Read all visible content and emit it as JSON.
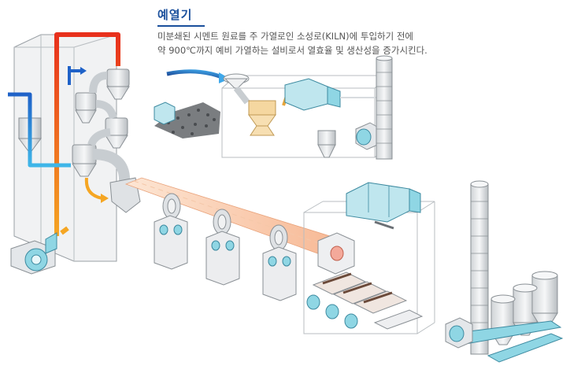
{
  "header": {
    "title": "예열기",
    "description_line1": "미분쇄된 시멘트 원료를 주 가열로인 소성로(KILN)에 투입하기 전에",
    "description_line2": "약 900℃까지 예비 가열하는 설비로서 열효율 및 생산성을 증가시킨다."
  },
  "colors": {
    "title": "#1a4f9c",
    "hot_gas": "#e8301c",
    "warm_gas": "#f5a623",
    "cold_gas": "#1f62c8",
    "cool_gas": "#3fb6e8",
    "equipment_fill": "#e6e8ea",
    "accent_cyan": "#8fd6e4",
    "kiln_glow": "#fbd6b8"
  },
  "icons": [
    "preheater-tower",
    "cyclone",
    "rotary-kiln",
    "fan",
    "silo",
    "chimney-stack",
    "mill",
    "cooler"
  ]
}
